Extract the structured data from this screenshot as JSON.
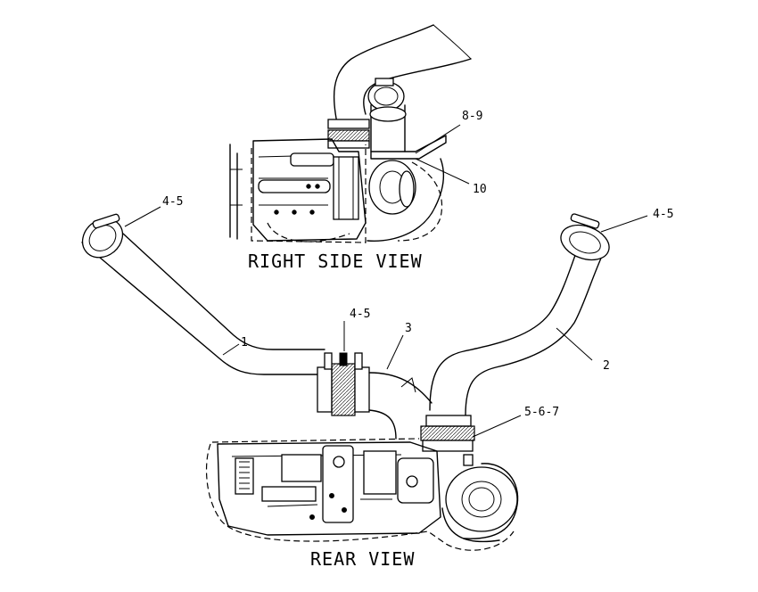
{
  "views": {
    "right_side": {
      "title": "RIGHT SIDE VIEW"
    },
    "rear": {
      "title": "REAR VIEW"
    }
  },
  "callouts": {
    "c_8_9": "8-9",
    "c_10": "10",
    "c_4_5_left": "4-5",
    "c_4_5_right": "4-5",
    "c_4_5_center": "4-5",
    "c_1": "1",
    "c_2": "2",
    "c_3": "3",
    "c_5_6_7": "5-6-7"
  }
}
